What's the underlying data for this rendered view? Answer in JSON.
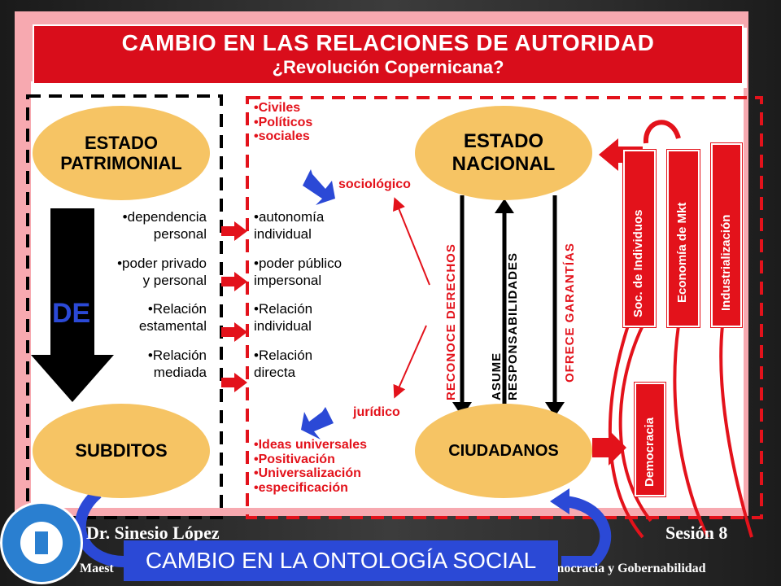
{
  "header": {
    "title": "CAMBIO EN LAS RELACIONES DE AUTORIDAD",
    "subtitle": "¿Revolución Copernicana?"
  },
  "ovals": {
    "estado_patrimonial": [
      "ESTADO",
      "PATRIMONIAL"
    ],
    "estado_nacional": [
      "ESTADO",
      "NACIONAL"
    ],
    "subditos": "SUBDITOS",
    "ciudadanos": "CIUDADANOS"
  },
  "left_list": [
    [
      "•dependencia",
      "personal"
    ],
    [
      "•poder privado",
      "y personal"
    ],
    [
      "•Relación",
      "estamental"
    ],
    [
      "•Relación",
      "mediada"
    ]
  ],
  "mid_list": [
    [
      "•autonomía",
      "individual"
    ],
    [
      "•poder público",
      "impersonal"
    ],
    [
      "•Relación",
      "individual"
    ],
    [
      "•Relación",
      "directa"
    ]
  ],
  "top_red_list": [
    "•Civiles",
    "•Políticos",
    "•sociales"
  ],
  "bottom_red_list": [
    "•Ideas universales",
    "•Positivación",
    "•Universalización",
    "•especificación"
  ],
  "labels": {
    "sociologico": "sociológico",
    "juridico": "jurídico",
    "de": "DE"
  },
  "vertical_labels": {
    "reconoce": "RECONOCE DERECHOS",
    "asume": "ASUME",
    "responsabilidades": "RESPONSABILIDADES",
    "ofrece": "OFRECE GARANTÍAS"
  },
  "boxes": {
    "soc": "Soc. de Individuos",
    "eco": "Economía de Mkt",
    "ind": "Industrialización",
    "dem": "Democracia"
  },
  "footer": {
    "banner": "CAMBIO EN LA ONTOLOGÍA SOCIAL",
    "author": "Dr. Sinesio López",
    "session": "Sesión 8",
    "left_partial": "Maest",
    "right_partial": "mocracia y Gobernabilidad"
  },
  "colors": {
    "red": "#e3121b",
    "oval": "#f6c464",
    "blue": "#2b49d6",
    "pink": "#f7a9b0"
  }
}
